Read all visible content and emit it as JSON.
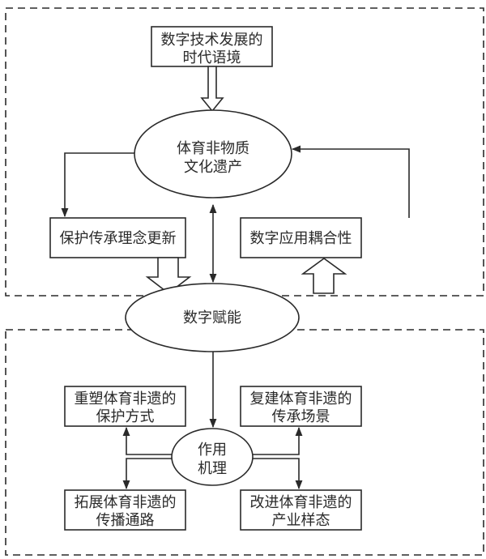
{
  "diagram": {
    "context_box": {
      "line1": "数字技术发展的",
      "line2": "时代语境"
    },
    "heritage_ellipse": {
      "line1": "体育非物质",
      "line2": "文化遗产"
    },
    "left_box": {
      "label": "保护传承理念更新"
    },
    "right_box": {
      "label": "数字应用耦合性"
    },
    "empower_ellipse": {
      "label": "数字赋能"
    },
    "mechanism_ellipse": {
      "line1": "作用",
      "line2": "机理"
    },
    "outcomes": [
      {
        "line1": "重塑体育非遗的",
        "line2": "保护方式"
      },
      {
        "line1": "复建体育非遗的",
        "line2": "传承场景"
      },
      {
        "line1": "拓展体育非遗的",
        "line2": "传播通路"
      },
      {
        "line1": "改进体育非遗的",
        "line2": "产业样态"
      }
    ],
    "colors": {
      "line": "#2a2a2a",
      "background": "#ffffff"
    }
  }
}
